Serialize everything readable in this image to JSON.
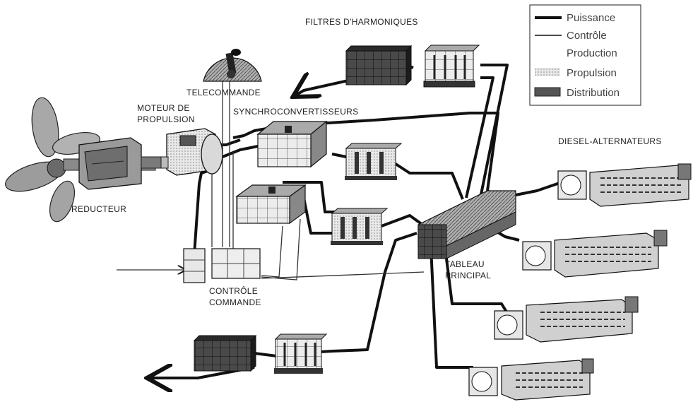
{
  "legend": {
    "power": "Puissance",
    "control": "Contrôle",
    "production": "Production",
    "propulsion": "Propulsion",
    "distribution": "Distribution"
  },
  "labels": {
    "harmonic_filters": "FILTRES D'HARMONIQUES",
    "remote_control": "TELECOMMANDE",
    "propulsion_motor_line1": "MOTEUR DE",
    "propulsion_motor_line2": "PROPULSION",
    "synchroconverters": "SYNCHROCONVERTISSEURS",
    "reducer": "REDUCTEUR",
    "diesel_generators": "DIESEL-ALTERNATEURS",
    "main_switchboard_line1": "TABLEAU",
    "main_switchboard_line2": "PRINCIPAL",
    "control_command_line1": "CONTRÔLE",
    "control_command_line2": "COMMANDE"
  },
  "colors": {
    "distribution": "#3a3a3a",
    "propulsion": "#e4e4e4",
    "production": "#bdbdbd",
    "line": "#111111"
  }
}
